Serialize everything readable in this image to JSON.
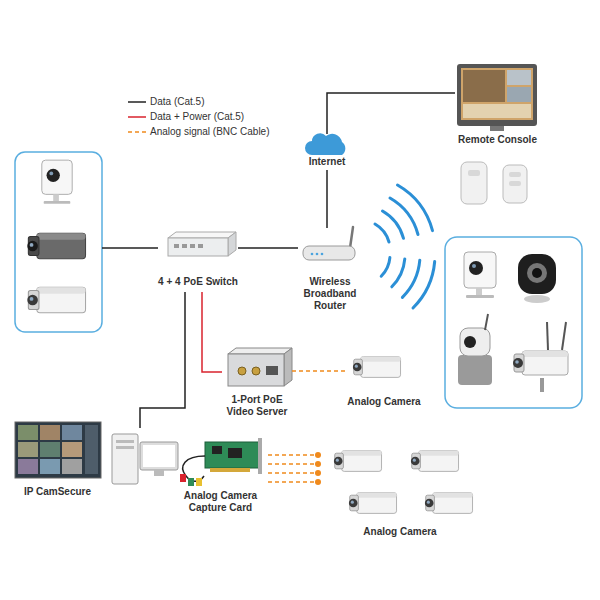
{
  "diagram": {
    "nodes": [
      {
        "text": [
          "Remote Console"
        ]
      },
      {
        "text": [
          "Internet"
        ]
      },
      {
        "text": [
          "4 + 4 PoE Switch"
        ]
      },
      {
        "text": [
          "Wireless Broadband Router"
        ]
      },
      {
        "text": [
          "1-Port PoE Video Server"
        ]
      },
      {
        "text": [
          "Analog Camera"
        ]
      },
      {
        "text": [
          "IP CamSecure"
        ]
      },
      {
        "text": [
          "Analog Camera Capture Card"
        ]
      },
      {
        "text": [
          "Analog Camera"
        ]
      }
    ],
    "edges": [
      {
        "from": 3,
        "to": 1,
        "arrow": "none"
      },
      {
        "from": 1,
        "to": 0,
        "arrow": "none"
      },
      {
        "from": 2,
        "to": 3,
        "arrow": "none"
      },
      {
        "from": 2,
        "to": 4,
        "arrow": "none"
      },
      {
        "from": 4,
        "to": 5,
        "arrow": "none"
      },
      {
        "from": 2,
        "to": 7,
        "arrow": "none"
      },
      {
        "from": 7,
        "to": 8,
        "arrow": "none"
      }
    ],
    "legend": [
      {
        "text": "Data (Cat.5)"
      },
      {
        "text": "Data + Power (Cat.5)"
      },
      {
        "text": "Analog signal (BNC Cable)"
      }
    ]
  }
}
